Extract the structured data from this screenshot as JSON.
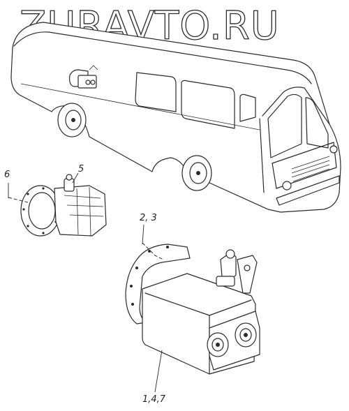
{
  "watermark": "ZURAVTO.RU",
  "callouts": {
    "c6": "6",
    "c5": "5",
    "c23": "2, 3",
    "c147": "1,4,7"
  }
}
